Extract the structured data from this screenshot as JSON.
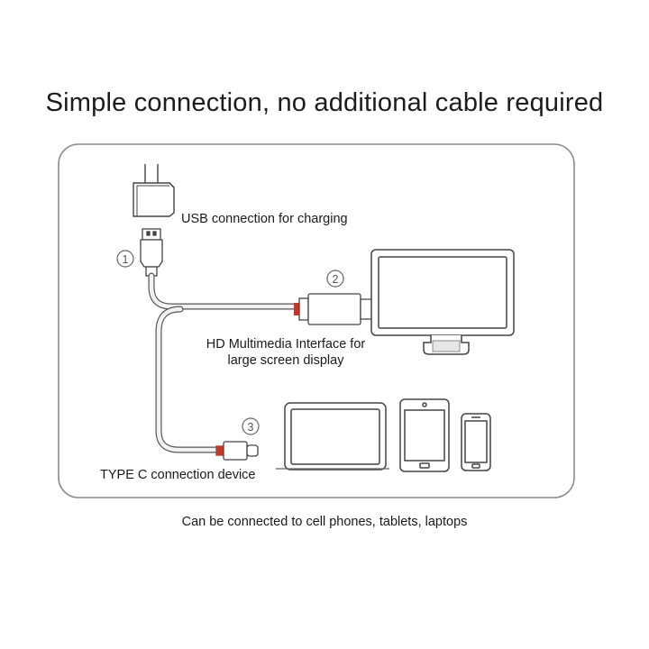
{
  "headline": "Simple connection, no additional cable required",
  "labels": {
    "usb": "USB connection for charging",
    "hd_line1": "HD Multimedia Interface for",
    "hd_line2": "large screen display",
    "typec": "TYPE C connection device"
  },
  "markers": {
    "one": "1",
    "two": "2",
    "three": "3"
  },
  "caption": "Can be connected to cell phones, tablets, laptops",
  "colors": {
    "frame": "#8c8c8c",
    "stroke": "#555555",
    "cable_fill": "#eeeeee",
    "red": "#c0392b"
  }
}
